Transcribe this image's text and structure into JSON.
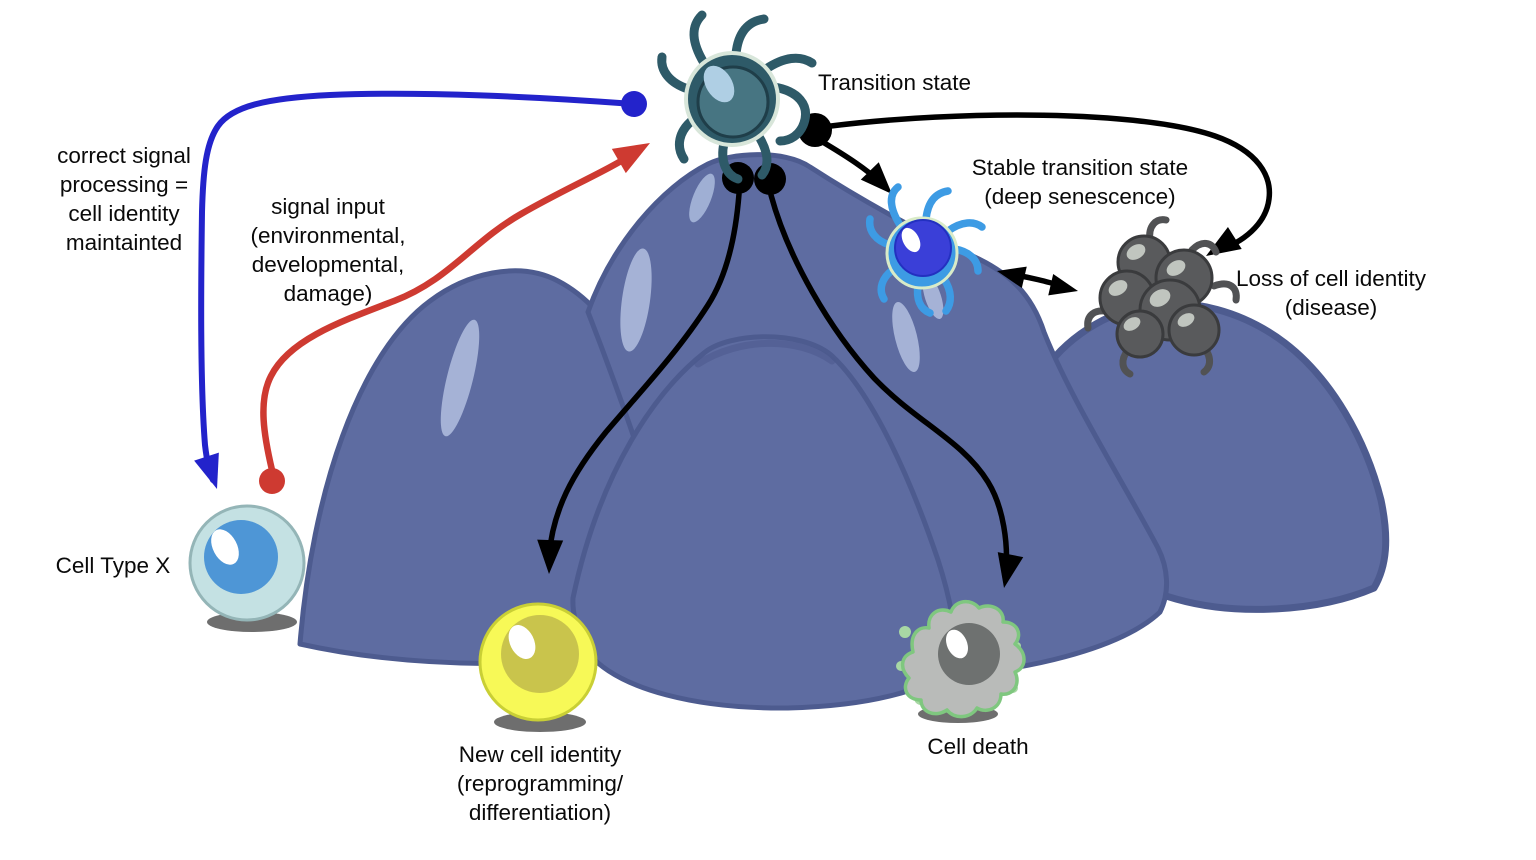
{
  "labels": {
    "correct_signal": "correct signal\nprocessing =\ncell identity\nmaintainted",
    "signal_input": "signal input\n(environmental,\ndevelopmental,\ndamage)",
    "transition_state": "Transition state",
    "stable_transition": "Stable transition state\n(deep senescence)",
    "loss_identity": "Loss of cell identity\n(disease)",
    "cell_type_x": "Cell Type X",
    "new_identity": "New cell identity\n(reprogramming/\ndifferentiation)",
    "cell_death": "Cell death"
  },
  "icons": {
    "transition_state_cell": "dark-teal-spiky-cell-icon",
    "stable_transition_cell": "blue-spiky-cell-icon",
    "cell_type_x_cell": "pale-blue-round-cell-icon",
    "new_identity_cell": "yellow-round-cell-icon",
    "cell_death_cell": "gray-apoptotic-cell-icon",
    "disease_cluster": "gray-tumor-cell-cluster-icon",
    "landscape": "waddington-landscape-mountains"
  },
  "colors": {
    "background": "#FFFFFF",
    "mountain_fill": "#5E6CA1",
    "mountain_outline": "#4D5B8F",
    "mountain_highlight": "#A5B2D6",
    "arrow_blue": "#2323CB",
    "arrow_red": "#CE3A31",
    "arrow_black": "#000000",
    "transition_cell_body": "#2E5A68",
    "transition_cell_inner": "#477582",
    "transition_cell_highlight": "#AFCFE4",
    "stable_cell_body": "#3D9BE4",
    "stable_cell_nucleus": "#3A3FD8",
    "cell_type_x_body": "#C4E1E3",
    "cell_type_x_nucleus": "#4E96D6",
    "new_identity_body": "#F7F957",
    "new_identity_nucleus": "#C9C44C",
    "cell_death_body": "#B9BBB9",
    "cell_death_outline": "#7FC77F",
    "cell_death_nucleus": "#6E7170",
    "disease_cell_body": "#595A5C",
    "cell_shadow": "#4A4A4A"
  }
}
